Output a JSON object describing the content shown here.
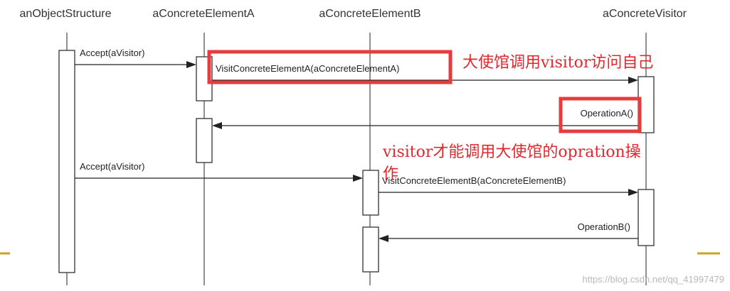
{
  "lifelines": [
    {
      "id": "objectStructure",
      "label": "anObjectStructure"
    },
    {
      "id": "elementA",
      "label": "aConcreteElementA"
    },
    {
      "id": "elementB",
      "label": "aConcreteElementB"
    },
    {
      "id": "visitor",
      "label": "aConcreteVisitor"
    }
  ],
  "messages": [
    {
      "id": "msg1",
      "label": "Accept(aVisitor)",
      "from": "objectStructure",
      "to": "elementA"
    },
    {
      "id": "msg2",
      "label": "VisitConcreteElementA(aConcreteElementA)",
      "from": "elementA",
      "to": "visitor"
    },
    {
      "id": "msg3",
      "label": "OperationA()",
      "from": "visitor",
      "to": "elementA"
    },
    {
      "id": "msg4",
      "label": "Accept(aVisitor)",
      "from": "objectStructure",
      "to": "elementB"
    },
    {
      "id": "msg5",
      "label": "VisitConcreteElementB(aConcreteElementB)",
      "from": "elementB",
      "to": "visitor"
    },
    {
      "id": "msg6",
      "label": "OperationB()",
      "from": "visitor",
      "to": "elementB"
    }
  ],
  "annotations": {
    "note1": "大使馆调用visitor访问自己",
    "note2_line1": "visitor才能调用大使馆的opration操",
    "note2_line2": "作"
  },
  "highlight_color": "#e63c3c",
  "accent_color": "#c9a227",
  "watermark": "https://blog.csdn.net/qq_41997479"
}
